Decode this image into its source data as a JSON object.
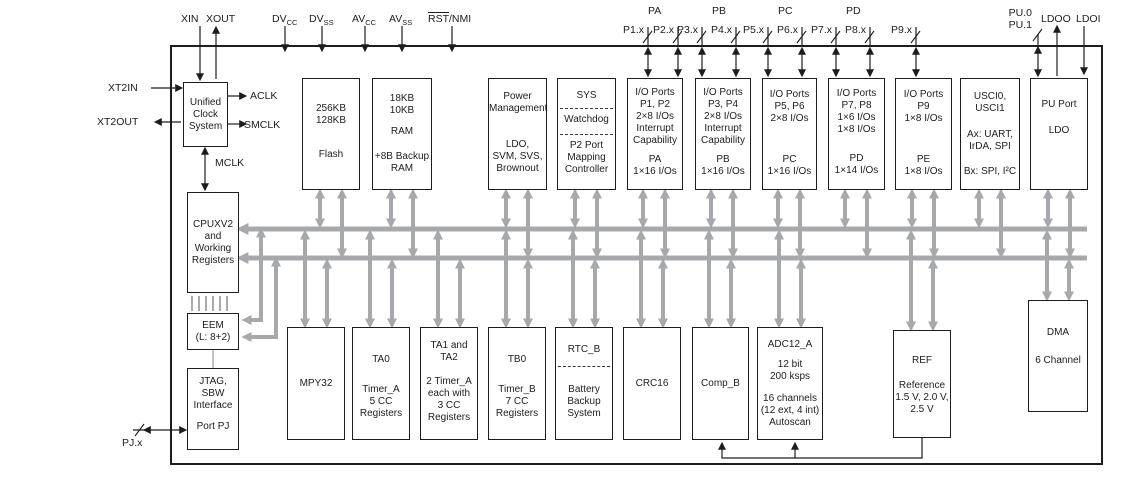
{
  "pins_top": {
    "xin": "XIN",
    "xout": "XOUT",
    "dvcc_base": "DV",
    "dvcc_sub": "CC",
    "dvss_base": "DV",
    "dvss_sub": "SS",
    "avcc_base": "AV",
    "avcc_sub": "CC",
    "avss_base": "AV",
    "avss_sub": "SS",
    "rst_overline": "RST",
    "rst_rest": "/NMI",
    "pa": "PA",
    "pb": "PB",
    "pc": "PC",
    "pd": "PD",
    "p1": "P1.x",
    "p2": "P2.x",
    "p3": "P3.x",
    "p4": "P4.x",
    "p5": "P5.x",
    "p6": "P6.x",
    "p7": "P7.x",
    "p8": "P8.x",
    "p9": "P9.x",
    "pu0": "PU.0",
    "pu1": "PU.1",
    "ldoo": "LDOO",
    "ldoi": "LDOI"
  },
  "pins_left": {
    "xt2in": "XT2IN",
    "xt2out": "XT2OUT",
    "pjx": "PJ.x"
  },
  "clock_signals": {
    "aclk": "ACLK",
    "smclk": "SMCLK",
    "mclk": "MCLK"
  },
  "blocks": {
    "clock": {
      "title": "Unified\nClock\nSystem"
    },
    "flash": {
      "size": "256KB\n128KB",
      "name": "Flash"
    },
    "ram": {
      "size": "18KB\n10KB",
      "name": "RAM",
      "backup": "+8B Backup\nRAM"
    },
    "pmm": {
      "title": "Power\nManagement",
      "features": "LDO,\nSVM, SVS,\nBrownout"
    },
    "sys": {
      "title": "SYS",
      "watchdog": "Watchdog",
      "portmap": "P2 Port\nMapping\nController"
    },
    "io12": {
      "title": "I/O Ports\nP1, P2\n2×8 I/Os\nInterrupt\nCapability",
      "port": "PA\n1×16 I/Os"
    },
    "io34": {
      "title": "I/O Ports\nP3, P4\n2×8 I/Os\nInterrupt\nCapability",
      "port": "PB\n1×16 I/Os"
    },
    "io56": {
      "title": "I/O Ports\nP5, P6\n2×8 I/Os",
      "port": "PC\n1×16 I/Os"
    },
    "io78": {
      "title": "I/O Ports\nP7, P8\n1×6 I/Os\n1×8 I/Os",
      "port": "PD\n1×14 I/Os"
    },
    "io9": {
      "title": "I/O Ports\nP9\n1×8 I/Os",
      "port": "PE\n1×8 I/Os"
    },
    "usci": {
      "title": "USCI0,\nUSCI1",
      "a": "Ax: UART,\nIrDA, SPI",
      "b": "Bx: SPI, I²C"
    },
    "puport": {
      "title": "PU Port",
      "ldo": "LDO"
    },
    "cpu": {
      "title": "CPUXV2\nand\nWorking\nRegisters"
    },
    "eem": {
      "title": "EEM\n(L: 8+2)"
    },
    "jtag": {
      "title": "JTAG,\nSBW\nInterface",
      "port": "Port PJ"
    },
    "mpy": {
      "title": "MPY32"
    },
    "ta0": {
      "title": "TA0",
      "desc": "Timer_A\n5 CC\nRegisters"
    },
    "ta12": {
      "title": "TA1 and\nTA2",
      "desc": "2 Timer_A\neach with\n3 CC\nRegisters"
    },
    "tb0": {
      "title": "TB0",
      "desc": "Timer_B\n7 CC\nRegisters"
    },
    "rtc": {
      "title": "RTC_B",
      "desc": "Battery\nBackup\nSystem"
    },
    "crc": {
      "title": "CRC16"
    },
    "comp": {
      "title": "Comp_B"
    },
    "adc": {
      "title": "ADC12_A",
      "spec": "12 bit\n200 ksps",
      "channels": "16 channels\n(12 ext, 4 int)\nAutoscan"
    },
    "ref": {
      "title": "REF",
      "desc": "Reference\n1.5 V, 2.0 V,\n2.5 V"
    },
    "dma": {
      "title": "DMA",
      "desc": "6 Channel"
    }
  },
  "colors": {
    "bus": "#a6a8ab",
    "line": "#1d1d1f"
  }
}
